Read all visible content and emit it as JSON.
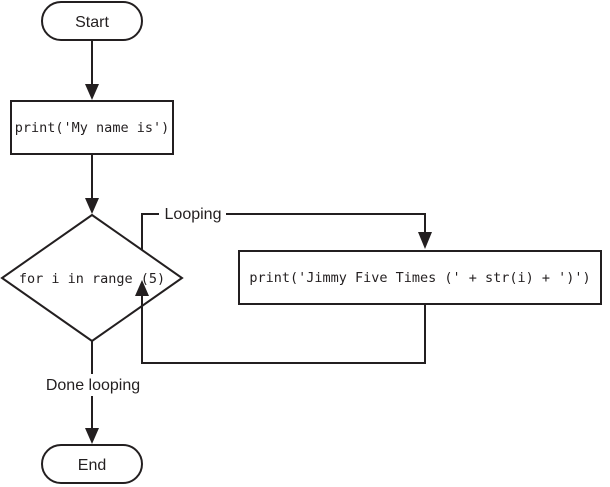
{
  "diagram": {
    "start_label": "Start",
    "print_name_code": "print('My name is')",
    "loop_condition_code": "for i in range (5)",
    "print_loop_code": "print('Jimmy Five Times (' + str(i) + ')')",
    "looping_label": "Looping",
    "done_label": "Done looping",
    "end_label": "End"
  }
}
